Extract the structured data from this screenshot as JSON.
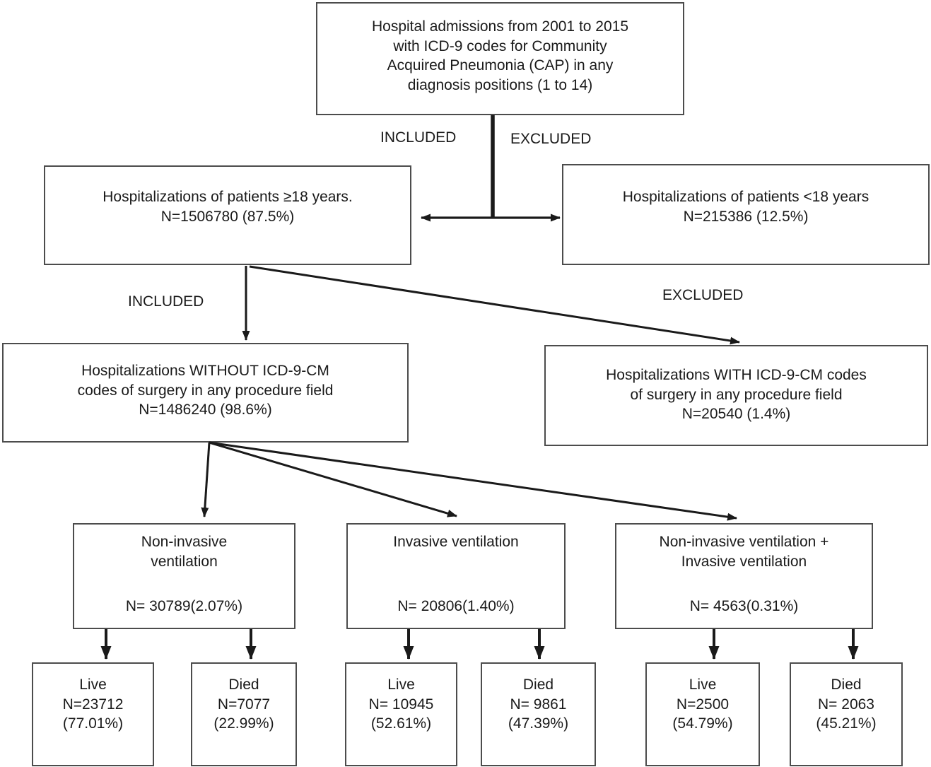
{
  "page": {
    "background_color": "#ffffff",
    "text_color": "#1a1a1a",
    "border_color": "#4c4c4c"
  },
  "top_box": {
    "lines": [
      "Hospital admissions from 2001 to 2015",
      "with ICD-9 codes for Community",
      "Acquired Pneumonia (CAP) in any",
      "diagnosis positions (1 to 14)"
    ]
  },
  "branch1": {
    "included_label": "INCLUDED",
    "excluded_label": "EXCLUDED"
  },
  "row2": {
    "left": {
      "lines": [
        "Hospitalizations of patients ≥18 years.",
        "N=1506780 (87.5%)"
      ]
    },
    "right": {
      "lines": [
        "Hospitalizations of patients <18 years",
        "N=215386 (12.5%)"
      ]
    }
  },
  "branch2": {
    "included_label": "INCLUDED",
    "excluded_label": "EXCLUDED"
  },
  "row3": {
    "left": {
      "lines": [
        "Hospitalizations WITHOUT ICD-9-CM",
        "codes of surgery in any procedure field",
        "N=1486240 (98.6%)"
      ]
    },
    "right": {
      "lines": [
        "Hospitalizations WITH ICD-9-CM codes",
        "of surgery in any procedure field",
        "N=20540 (1.4%)"
      ]
    }
  },
  "ventilation": {
    "niv": {
      "title_lines": [
        "Non-invasive",
        "ventilation"
      ],
      "n_label": "N= 30789(2.07%)"
    },
    "iv": {
      "title_lines": [
        "Invasive ventilation"
      ],
      "n_label": "N= 20806(1.40%)"
    },
    "niv_iv": {
      "title_lines": [
        "Non-invasive ventilation +",
        "Invasive ventilation"
      ],
      "n_label": "N= 4563(0.31%)"
    }
  },
  "outcomes": {
    "niv_live": {
      "label": "Live",
      "n": "N=23712",
      "pct": "(77.01%)"
    },
    "niv_died": {
      "label": "Died",
      "n": "N=7077",
      "pct": "(22.99%)"
    },
    "iv_live": {
      "label": "Live",
      "n": "N= 10945",
      "pct": "(52.61%)"
    },
    "iv_died": {
      "label": "Died",
      "n": "N= 9861",
      "pct": "(47.39%)"
    },
    "nivis_live": {
      "label": "Live",
      "n": "N=2500",
      "pct": "(54.79%)"
    },
    "nivis_died": {
      "label": "Died",
      "n": "N= 2063",
      "pct": "(45.21%)"
    }
  }
}
